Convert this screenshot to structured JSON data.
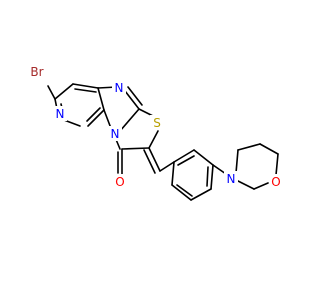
{
  "molecule": {
    "atoms": {
      "br": {
        "text": "Br",
        "color": "#a52a2a"
      },
      "n_pyridine": {
        "text": "N",
        "color": "#0000ff"
      },
      "n_imidazole": {
        "text": "N",
        "color": "#0000ff"
      },
      "n_bridge": {
        "text": "N",
        "color": "#0000ff"
      },
      "s_thiazole": {
        "text": "S",
        "color": "#b8a000"
      },
      "o_carbonyl": {
        "text": "O",
        "color": "#ff0000"
      },
      "n_morpholine": {
        "text": "N",
        "color": "#0000ff"
      },
      "o_morpholine": {
        "text": "O",
        "color": "#ff0000"
      }
    }
  }
}
